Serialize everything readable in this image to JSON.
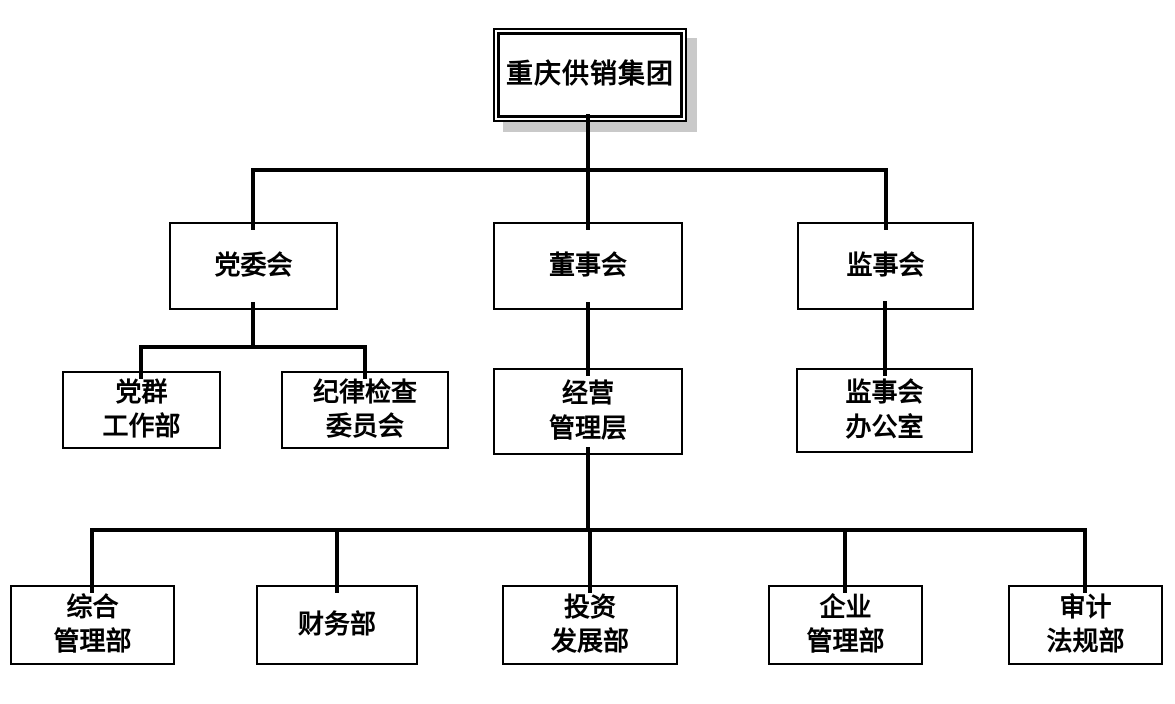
{
  "orgchart": {
    "root": {
      "id": "chongqing-supply-group",
      "lines": [
        "重庆供销集团"
      ]
    },
    "level2": [
      {
        "id": "party-committee",
        "parent": "chongqing-supply-group",
        "lines": [
          "党委会"
        ]
      },
      {
        "id": "board-of-directors",
        "parent": "chongqing-supply-group",
        "lines": [
          "董事会"
        ]
      },
      {
        "id": "supervisory-board",
        "parent": "chongqing-supply-group",
        "lines": [
          "监事会"
        ]
      }
    ],
    "level3": [
      {
        "id": "party-masses-work-dept",
        "parent": "party-committee",
        "lines": [
          "党群",
          "工作部"
        ]
      },
      {
        "id": "discipline-inspection-committee",
        "parent": "party-committee",
        "lines": [
          "纪律检查",
          "委员会"
        ]
      },
      {
        "id": "operations-management",
        "parent": "board-of-directors",
        "lines": [
          "经营",
          "管理层"
        ]
      },
      {
        "id": "supervisory-board-office",
        "parent": "supervisory-board",
        "lines": [
          "监事会",
          "办公室"
        ]
      }
    ],
    "level4": [
      {
        "id": "general-management-dept",
        "parent": "operations-management",
        "lines": [
          "综合",
          "管理部"
        ]
      },
      {
        "id": "finance-dept",
        "parent": "operations-management",
        "lines": [
          "财务部"
        ]
      },
      {
        "id": "investment-development-dept",
        "parent": "operations-management",
        "lines": [
          "投资",
          "发展部"
        ]
      },
      {
        "id": "enterprise-management-dept",
        "parent": "operations-management",
        "lines": [
          "企业",
          "管理部"
        ]
      },
      {
        "id": "audit-legal-dept",
        "parent": "operations-management",
        "lines": [
          "审计",
          "法规部"
        ]
      }
    ],
    "colors": {
      "line": "#000000",
      "box_border": "#000000",
      "box_background": "#ffffff",
      "root_shadow": "#c9c9c9",
      "page_background": "#ffffff"
    }
  }
}
